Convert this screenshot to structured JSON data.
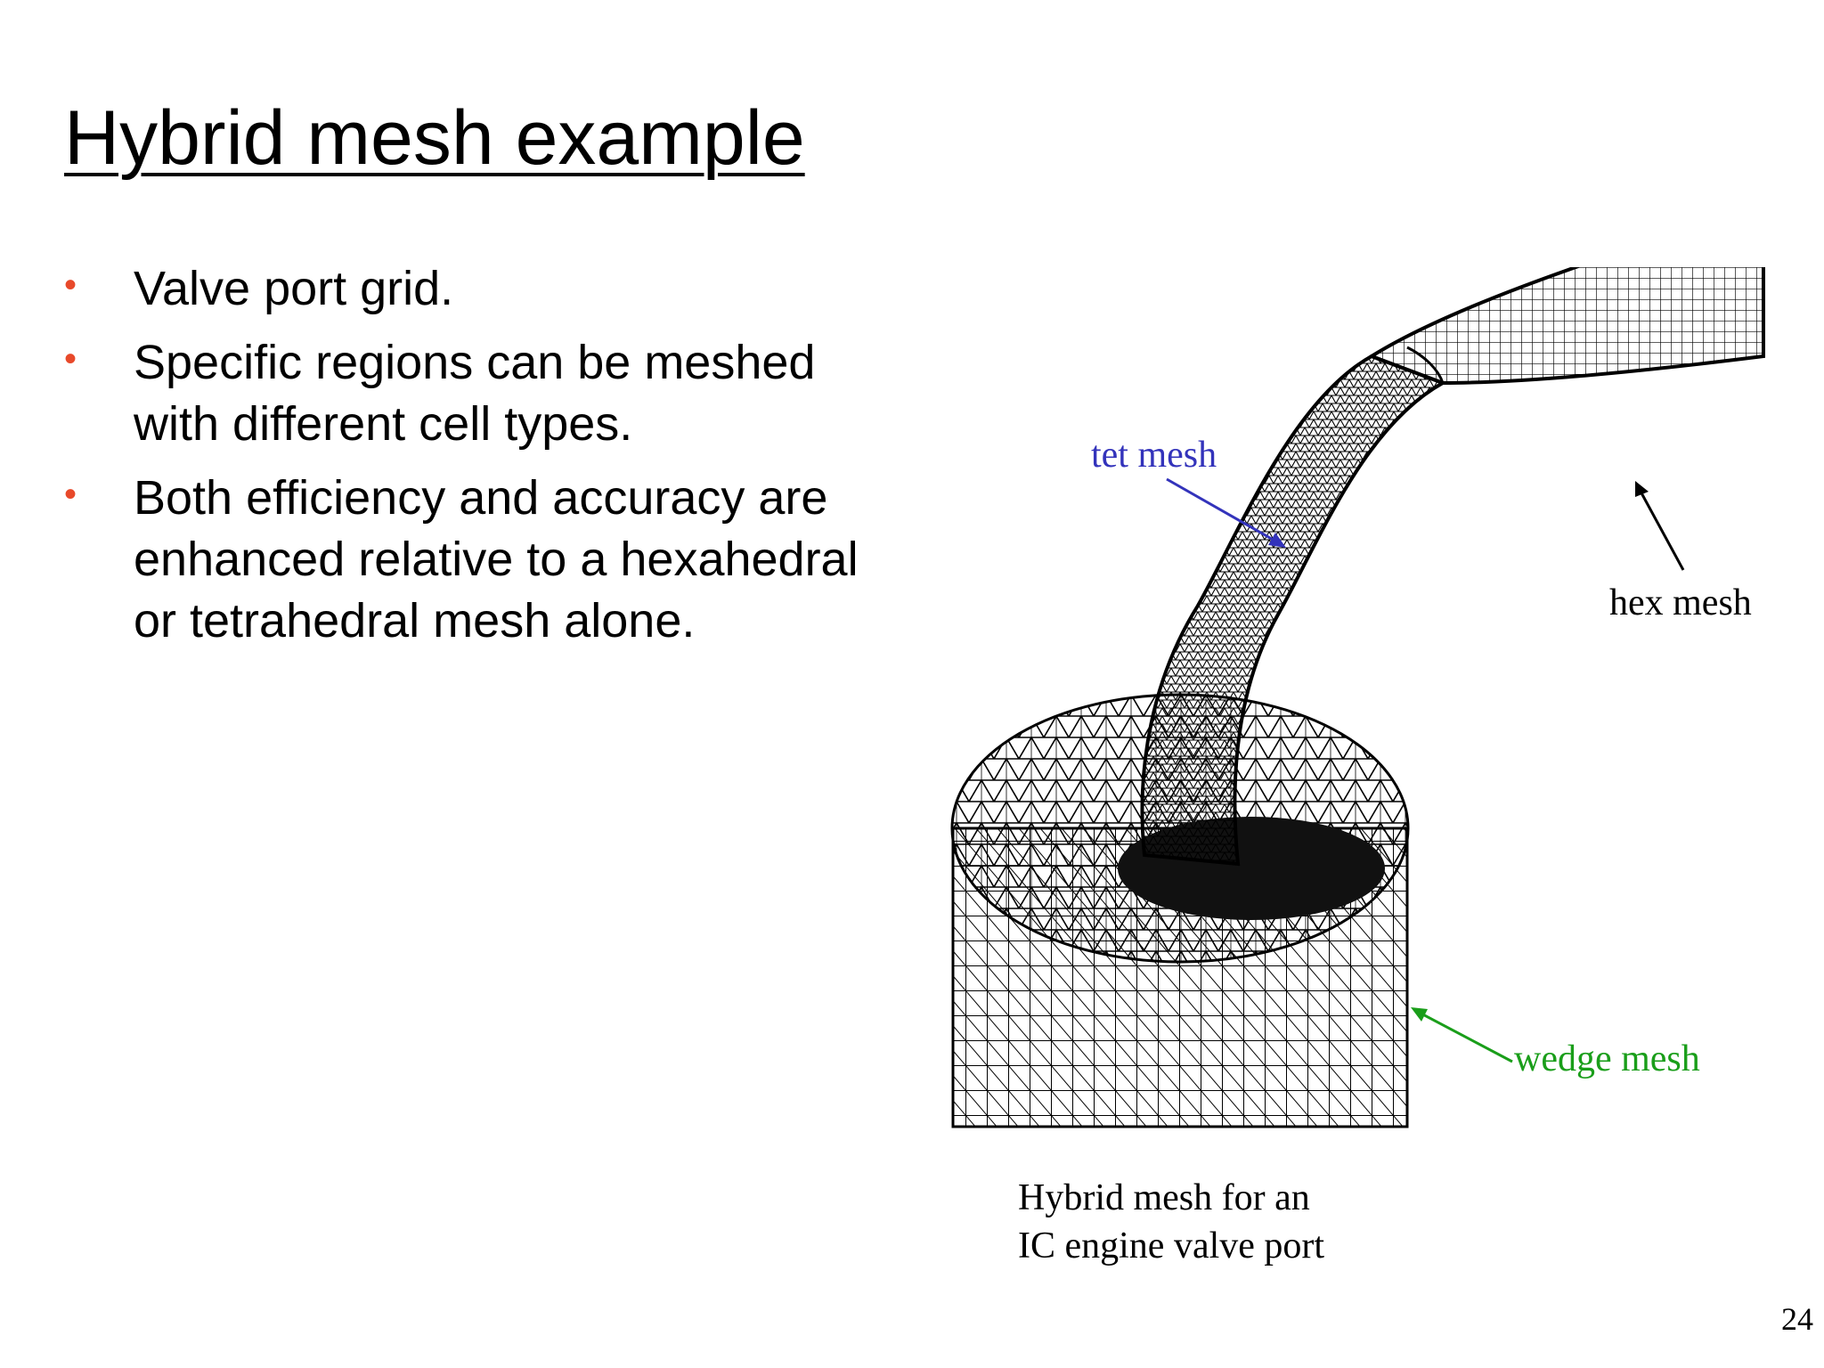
{
  "slide": {
    "title": "Hybrid mesh example",
    "bullets": [
      "Valve port grid.",
      "Specific regions can be meshed with different cell types.",
      "Both efficiency and accuracy are enhanced relative to a hexahedral or tetrahedral mesh alone."
    ],
    "bullet_color": "#e8492a",
    "page_number": "24"
  },
  "figure": {
    "labels": {
      "tet": "tet mesh",
      "hex": "hex mesh",
      "wedge": "wedge mesh"
    },
    "label_colors": {
      "tet": "#3333bb",
      "hex": "#000000",
      "wedge": "#1a9e1a"
    },
    "caption_line1": "Hybrid mesh for an",
    "caption_line2": "IC engine valve port"
  }
}
